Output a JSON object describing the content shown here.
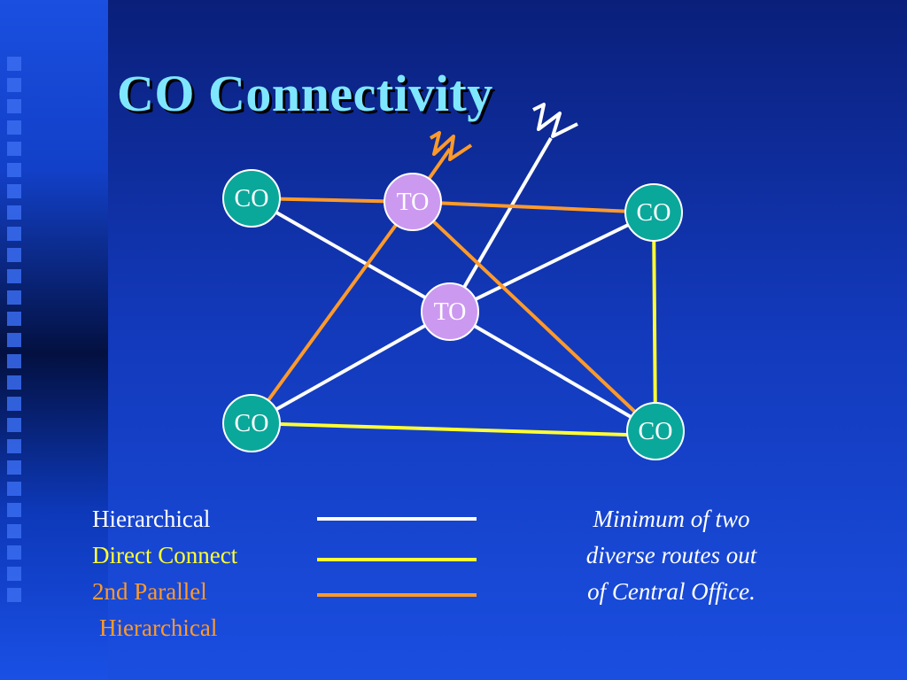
{
  "slide": {
    "title": "CO Connectivity"
  },
  "colors": {
    "hierarchical": "#ffffff",
    "direct_connect": "#ffff33",
    "second_parallel": "#ff9a2a",
    "co_fill": "#0aa89a",
    "to_fill": "#cc99f0"
  },
  "nodes": {
    "co_top_left": "CO",
    "to_top": "TO",
    "co_top_right": "CO",
    "to_center": "TO",
    "co_bottom_left": "CO",
    "co_bottom_right": "CO"
  },
  "legend": {
    "hierarchical": "Hierarchical",
    "direct_connect": "Direct Connect",
    "second_parallel_line1": "2nd Parallel",
    "second_parallel_line2": "Hierarchical"
  },
  "note": {
    "line1": "Minimum of two",
    "line2": "diverse routes out",
    "line3": "of Central Office."
  }
}
